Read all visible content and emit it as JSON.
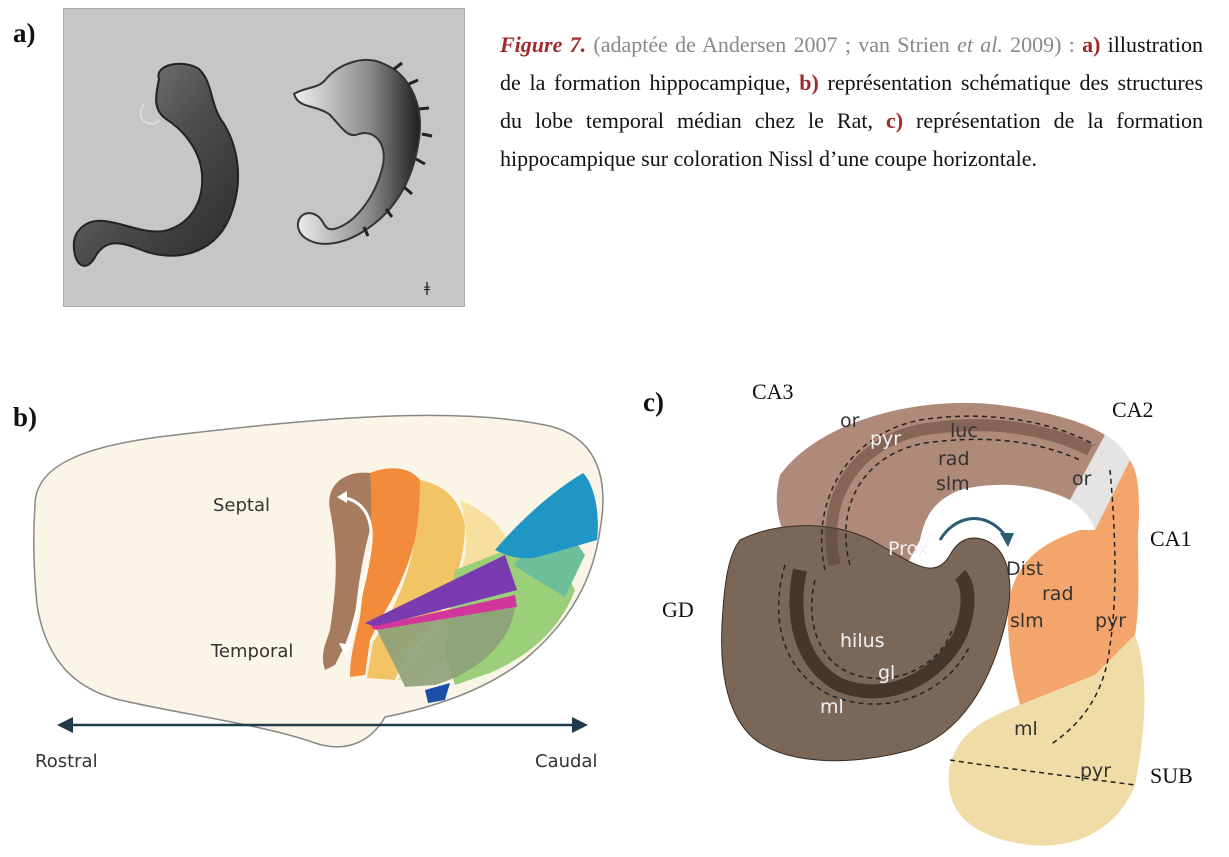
{
  "panels": {
    "a": "a)",
    "b": "b)",
    "c": "c)"
  },
  "caption": {
    "figure_label": "Figure 7.",
    "source_open": " (adaptée de Andersen 2007 ; van Strien ",
    "source_etal": "et al.",
    "source_close": " 2009) : ",
    "a_letter": "a)",
    "a_text": " illustration de la formation hippocampique, ",
    "b_letter": "b)",
    "b_text": " représentation schématique des structures du lobe temporal médian chez le Rat, ",
    "c_letter": "c)",
    "c_text": " représentation de la formation hippocampique sur coloration Nissl d’une coupe horizontale."
  },
  "diagram_b": {
    "septal": "Septal",
    "temporal": "Temporal",
    "rostral": "Rostral",
    "caudal": "Caudal"
  },
  "diagram_c": {
    "regions": {
      "ca3": "CA3",
      "ca2": "CA2",
      "ca1": "CA1",
      "gd": "GD",
      "sub": "SUB"
    },
    "layers": {
      "or_ca3": "or",
      "pyr_ca3": "pyr",
      "luc": "luc",
      "rad_ca3": "rad",
      "slm_ca3": "slm",
      "prox": "Prox",
      "dist": "Dist",
      "or_ca1": "or",
      "rad_ca1": "rad",
      "slm_ca1": "slm",
      "pyr_ca1": "pyr",
      "hilus": "hilus",
      "gl": "gl",
      "ml_gd": "ml",
      "ml_sub": "ml",
      "pyr_sub": "pyr"
    }
  },
  "colors": {
    "caption_accent": "#9e2a2a",
    "brain_fill": "#fbf5e8",
    "ca3_fill": "#b08a78",
    "gd_fill": "#7b6758",
    "ca1_fill": "#f3a56c",
    "sub_fill": "#f0dca6"
  }
}
